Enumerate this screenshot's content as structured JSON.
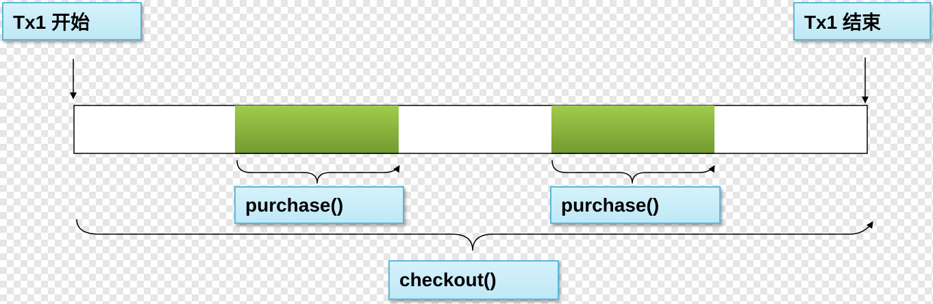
{
  "labels": {
    "start": "Tx1 开始",
    "end": "Tx1 结束",
    "purchase_1": "purchase()",
    "purchase_2": "purchase()",
    "checkout": "checkout()"
  },
  "colors": {
    "segment_fill_top": "#9bc84a",
    "segment_fill_bottom": "#78a033",
    "label_border": "#5db7d8",
    "label_fill": "#c8ecf8"
  }
}
